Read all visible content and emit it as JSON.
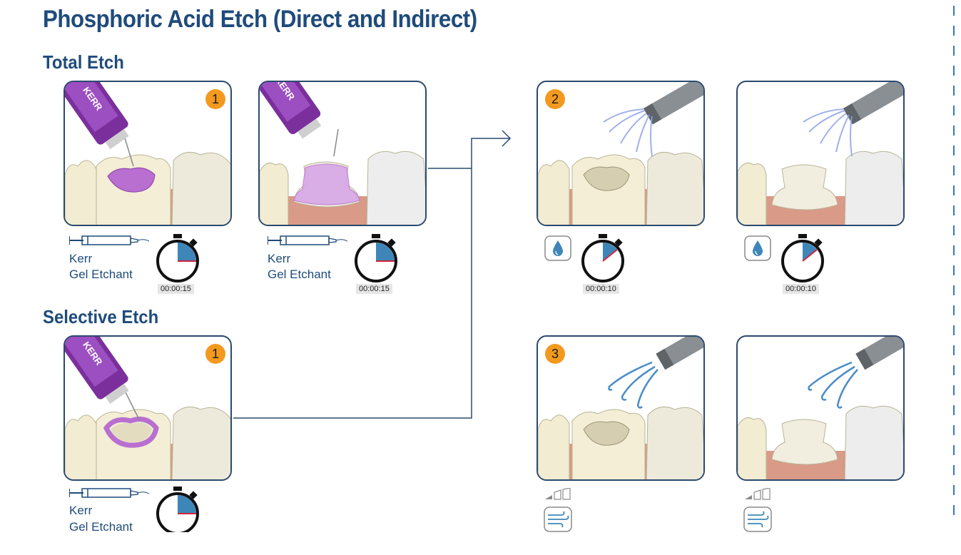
{
  "title": "Phosphoric Acid Etch (Direct and Indirect)",
  "sections": {
    "total_etch": "Total Etch",
    "selective_etch": "Selective Etch"
  },
  "steps": {
    "step1": "1",
    "step2": "2",
    "step3": "3"
  },
  "product": {
    "line1": "Kerr",
    "line2": "Gel Etchant",
    "brand": "KERR",
    "sub": "Gel Etchant"
  },
  "timers": {
    "etch_direct": "00:00:15",
    "etch_indirect": "00:00:15",
    "rinse_direct": "00:00:10",
    "rinse_indirect": "00:00:10"
  },
  "icons": {
    "water": "water-drop-icon",
    "air": "air-dry-icon",
    "intensity": "signal-low-icon",
    "stopwatch": "stopwatch-icon",
    "syringe": "syringe-icon"
  },
  "colors": {
    "heading": "#1f4b7c",
    "badge": "#f39a1e",
    "etchant": "#b86fd0",
    "gingiva": "#d99a87"
  }
}
